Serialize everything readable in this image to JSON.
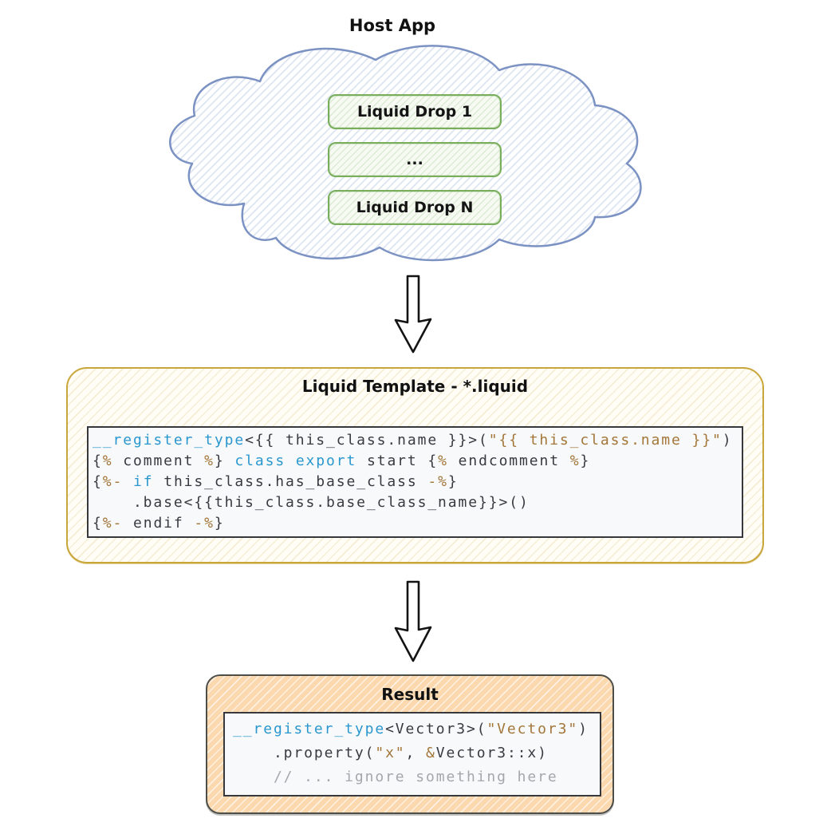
{
  "host_app": {
    "title": "Host App",
    "drops": [
      {
        "label": "Liquid Drop 1"
      },
      {
        "label": "..."
      },
      {
        "label": "Liquid Drop N"
      }
    ]
  },
  "template_box": {
    "title": "Liquid Template - *.liquid",
    "code": [
      [
        [
          "kw",
          "__register_type"
        ],
        [
          "def",
          "<{{ this_class.name }}>("
        ],
        [
          "str",
          "\"{{ this_class.name }}\""
        ],
        [
          "def",
          ")"
        ]
      ],
      [
        [
          "def",
          "{"
        ],
        [
          "str",
          "%"
        ],
        [
          "def",
          " comment "
        ],
        [
          "str",
          "%"
        ],
        [
          "def",
          "} "
        ],
        [
          "kw",
          "class"
        ],
        [
          "def",
          " "
        ],
        [
          "kw",
          "export"
        ],
        [
          "def",
          " start {"
        ],
        [
          "str",
          "%"
        ],
        [
          "def",
          " endcomment "
        ],
        [
          "str",
          "%"
        ],
        [
          "def",
          "}"
        ]
      ],
      [
        [
          "def",
          "{"
        ],
        [
          "str",
          "%-"
        ],
        [
          "def",
          " "
        ],
        [
          "kw",
          "if"
        ],
        [
          "def",
          " this_class.has_base_class "
        ],
        [
          "str",
          "-%"
        ],
        [
          "def",
          "}"
        ]
      ],
      [
        [
          "def",
          "    .base<{{this_class.base_class_name}}>()"
        ]
      ],
      [
        [
          "def",
          "{"
        ],
        [
          "str",
          "%-"
        ],
        [
          "def",
          " endif "
        ],
        [
          "str",
          "-%"
        ],
        [
          "def",
          "}"
        ]
      ]
    ]
  },
  "result_box": {
    "title": "Result",
    "code": [
      [
        [
          "kw",
          "__register_type"
        ],
        [
          "def",
          "<Vector3>("
        ],
        [
          "str",
          "\"Vector3\""
        ],
        [
          "def",
          ")"
        ]
      ],
      [
        [
          "def",
          "    .property("
        ],
        [
          "str",
          "\"x\""
        ],
        [
          "def",
          ", "
        ],
        [
          "str",
          "&"
        ],
        [
          "def",
          "Vector3::x)"
        ]
      ],
      [
        [
          "com",
          "    // ... ignore something here"
        ]
      ]
    ]
  },
  "colors": {
    "keyword": "#2b97cf",
    "plain": "#383a42",
    "string": "#a3763a",
    "comment": "#a6a6ab",
    "cloud_stroke": "#7b92c3",
    "drop_stroke": "#79ae5d",
    "template_stroke": "#c9a63a",
    "result_stroke": "#4e4e49",
    "arrow_stroke": "#141414"
  }
}
